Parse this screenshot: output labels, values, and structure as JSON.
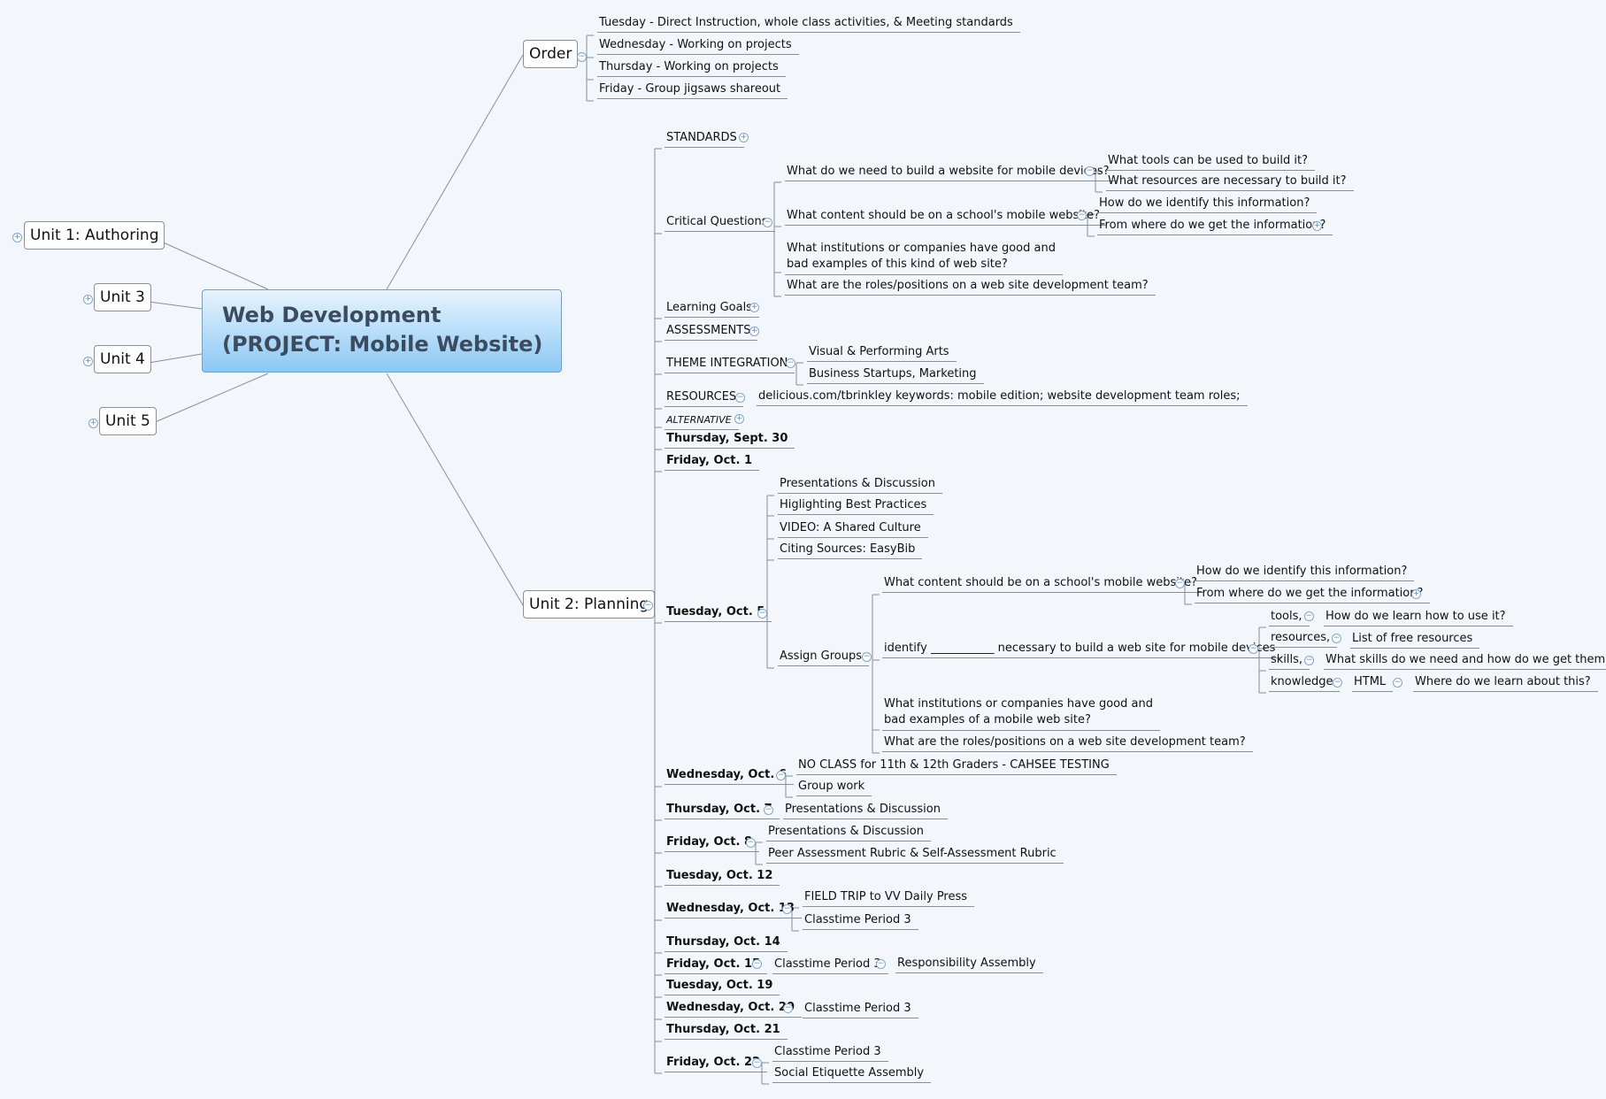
{
  "central": {
    "line1": "Web Development",
    "line2": "(PROJECT: Mobile Website)"
  },
  "units": {
    "unit1": "Unit 1: Authoring",
    "unit3": "Unit 3",
    "unit4": "Unit 4",
    "unit5": "Unit 5",
    "unit2": "Unit 2: Planning"
  },
  "order": {
    "label": "Order",
    "items": [
      "Tuesday - Direct Instruction, whole class activities, & Meeting standards",
      "Wednesday - Working on projects",
      "Thursday - Working on projects",
      "Friday - Group jigsaws shareout"
    ]
  },
  "planning": {
    "standards": "STANDARDS",
    "critical_questions": {
      "label": "Critical Questions",
      "q1": {
        "text": "What do we need to build a website for mobile devices?",
        "subs": [
          "What tools can be used to build it?",
          "What resources are necessary to build it?"
        ]
      },
      "q2": {
        "text": "What content should be on a school's mobile website?",
        "subs": [
          "How do we identify this information?",
          "From where do we get the information?"
        ]
      },
      "q3": {
        "line1": "What institutions or companies have good and",
        "line2": "bad examples of this kind of web site?"
      },
      "q4": "What are the roles/positions on a web site development team?"
    },
    "learning_goals": "Learning Goals",
    "assessments": "ASSESSMENTS",
    "theme": {
      "label": "THEME INTEGRATION",
      "items": [
        "Visual & Performing Arts",
        "Business Startups, Marketing"
      ]
    },
    "resources": {
      "label": "RESOURCES",
      "text": "delicious.com/tbrinkley keywords: mobile edition; website development team roles;"
    },
    "alternative": "ALTERNATIVE",
    "days": {
      "sept30": "Thursday, Sept. 30",
      "oct1": "Friday, Oct. 1",
      "oct5": {
        "label": "Tuesday, Oct. 5",
        "items": [
          "Presentations & Discussion",
          "Higlighting Best Practices",
          "VIDEO: A Shared Culture",
          "Citing Sources: EasyBib"
        ],
        "assign": {
          "label": "Assign Groups",
          "content_q": "What content should be on a school's mobile website?",
          "content_subs": [
            "How do we identify this information?",
            "From where do we get the information?"
          ],
          "identify": "identify ___________ necessary to build a web site for mobile devices",
          "tools": {
            "label": "tools,",
            "sub": "How do we learn how to use it?"
          },
          "resources": {
            "label": "resources,",
            "sub": "List of free resources"
          },
          "skills": {
            "label": "skills,",
            "sub": "What skills do we need and how do we get them?"
          },
          "knowledge": {
            "label": "knowledge",
            "sub": "HTML",
            "subsub": "Where do we learn about this?"
          },
          "institutions": {
            "line1": "What institutions or companies have good and",
            "line2": "bad examples of a mobile web site?"
          },
          "roles": "What are the roles/positions on a web site development team?"
        }
      },
      "oct6": {
        "label": "Wednesday, Oct. 6",
        "items": [
          "NO CLASS for 11th & 12th Graders - CAHSEE TESTING",
          "Group work"
        ]
      },
      "oct7": {
        "label": "Thursday, Oct. 7",
        "items": [
          "Presentations & Discussion"
        ]
      },
      "oct8": {
        "label": "Friday, Oct. 8",
        "items": [
          "Presentations & Discussion",
          "Peer Assessment Rubric & Self-Assessment Rubric"
        ]
      },
      "oct12": "Tuesday, Oct. 12",
      "oct13": {
        "label": "Wednesday, Oct. 13",
        "items": [
          "FIELD TRIP to VV Daily Press",
          "Classtime Period 3"
        ]
      },
      "oct14": "Thursday, Oct. 14",
      "oct15": {
        "label": "Friday, Oct. 15",
        "item": "Classtime Period 3",
        "sub": "Responsibility Assembly"
      },
      "oct19": "Tuesday, Oct. 19",
      "oct20": {
        "label": "Wednesday, Oct. 20",
        "item": "Classtime Period 3"
      },
      "oct21": "Thursday, Oct. 21",
      "oct22": {
        "label": "Friday, Oct. 22",
        "items": [
          "Classtime Period 3",
          "Social Etiquette Assembly"
        ]
      }
    }
  }
}
